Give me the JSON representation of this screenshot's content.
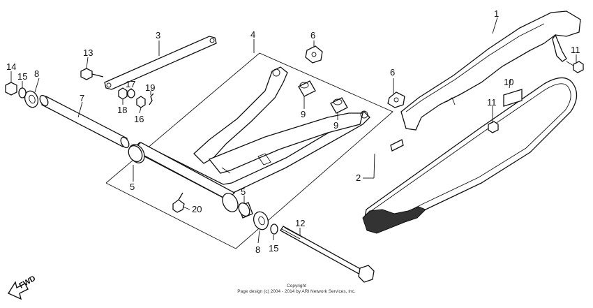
{
  "callouts": {
    "c1": "1",
    "c2": "2",
    "c3": "3",
    "c4": "4",
    "c5a": "5",
    "c5b": "5",
    "c6a": "6",
    "c6b": "6",
    "c7": "7",
    "c8a": "8",
    "c8b": "8",
    "c9a": "9",
    "c9b": "9",
    "c10": "10",
    "c11a": "11",
    "c11b": "11",
    "c12": "12",
    "c13": "13",
    "c14": "14",
    "c15a": "15",
    "c15b": "15",
    "c16": "16",
    "c17": "17",
    "c18": "18",
    "c19": "19",
    "c20": "20"
  },
  "fwd_label": "FWD",
  "copyright": {
    "line1": "Copyright",
    "line2": "Page design (c) 2004 - 2014 by ARI Network Services, Inc."
  }
}
